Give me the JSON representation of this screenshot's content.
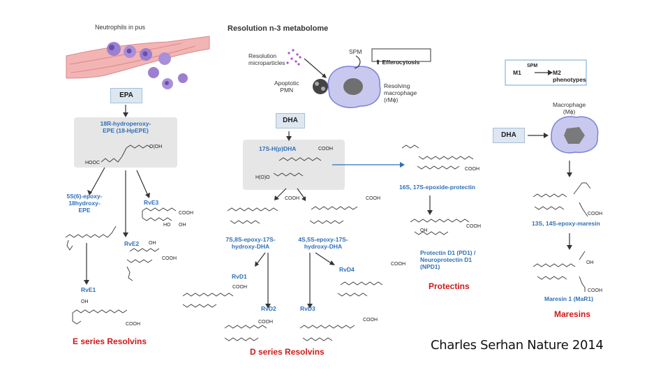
{
  "header": {
    "neutrophils": "Neutrophils in pus",
    "metabolome": "Resolution n-3 metabolome",
    "microparticles": "Resolution\nmicroparticles",
    "spm": "SPM",
    "efferocytosis": "Efferocytosis",
    "apoptotic_pmn": "Apoptotic\nPMN",
    "resolving_macrophage": "Resolving\nmacrophage\n(rMϕ)",
    "m1": "M1",
    "m1_spm": "SPM",
    "m2": "M2\nphenotypes",
    "macrophage": "Macrophage\n(Mϕ)"
  },
  "boxes": {
    "epa": "EPA",
    "dha_center": "DHA",
    "dha_right": "DHA"
  },
  "compounds": {
    "hpepe": "18R-hydroperoxy-\nEPE (18-HpEPE)",
    "epoxy_epe": "5S(6)-epoxy-\n18hydroxy-\nEPE",
    "rve3": "RvE3",
    "rve2": "RvE2",
    "rve1": "RvE1",
    "hpdha": "17S-H(p)DHA",
    "epoxy_7s": "7S,8S-epoxy-17S-\nhydroxy-DHA",
    "epoxy_4s": "4S,5S-epoxy-17S-\nhydroxy-DHA",
    "rvd1": "RvD1",
    "rvd2": "RvD2",
    "rvd3": "RvD3",
    "rvd4": "RvD4",
    "epoxide_protectin": "16S, 17S-epoxide-protectin",
    "pd1": "Protectin D1 (PD1) /\nNeuroprotectin D1\n(NPD1)",
    "epoxy_maresin": "13S, 14S-epoxy-maresin",
    "mar1": "Maresin 1 (MaR1)"
  },
  "families": {
    "e_series": "E series Resolvins",
    "d_series": "D series Resolvins",
    "protectins": "Protectins",
    "maresins": "Maresins"
  },
  "atoms": {
    "ooh": "O(OH",
    "hooc": "HOOC",
    "cooh": "COOH",
    "oh": "OH",
    "ho": "HO",
    "hooh": "H(O)O"
  },
  "credit": "Charles Serhan Nature 2014",
  "colors": {
    "blue_label": "#2f6fb8",
    "red_label": "#d01818",
    "gray_panel": "#e6e6e6",
    "box_fill": "#dde7f2"
  }
}
